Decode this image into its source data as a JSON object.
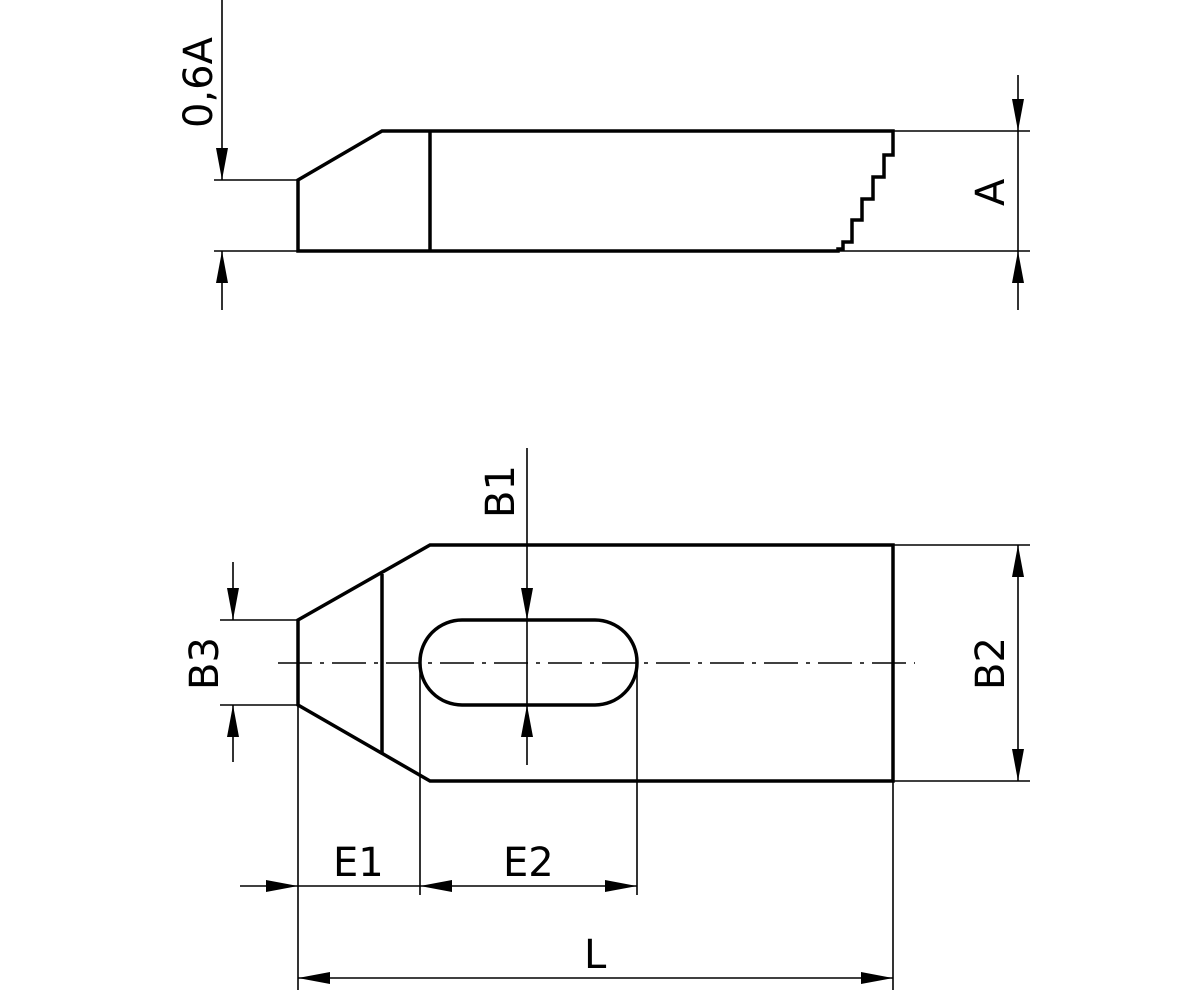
{
  "labels": {
    "top_height_offset": "0,6A",
    "top_height": "A",
    "slot_width": "B1",
    "overall_width": "B2",
    "nose_width": "B3",
    "slot_offset": "E1",
    "slot_length": "E2",
    "overall_length": "L"
  }
}
